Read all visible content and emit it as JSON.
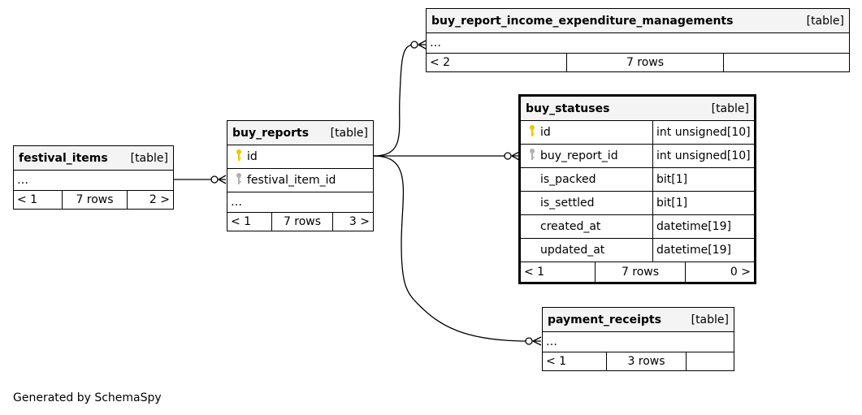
{
  "tables": {
    "festival_items": {
      "name": "festival_items",
      "kind": "[table]",
      "ellipsis": "…",
      "footer": {
        "parents": "< 1",
        "rows": "7 rows",
        "children": "2 >"
      }
    },
    "buy_reports": {
      "name": "buy_reports",
      "kind": "[table]",
      "columns": [
        {
          "name": "id",
          "key": "primary"
        },
        {
          "name": "festival_item_id",
          "key": "foreign"
        }
      ],
      "ellipsis": "…",
      "footer": {
        "parents": "< 1",
        "rows": "7 rows",
        "children": "3 >"
      }
    },
    "buy_report_income_expenditure_managements": {
      "name": "buy_report_income_expenditure_managements",
      "kind": "[table]",
      "ellipsis": "…",
      "footer": {
        "parents": "< 2",
        "rows": "7 rows",
        "children": ""
      }
    },
    "buy_statuses": {
      "name": "buy_statuses",
      "kind": "[table]",
      "columns": [
        {
          "name": "id",
          "type": "int unsigned[10]",
          "key": "primary"
        },
        {
          "name": "buy_report_id",
          "type": "int unsigned[10]",
          "key": "foreign"
        },
        {
          "name": "is_packed",
          "type": "bit[1]",
          "key": ""
        },
        {
          "name": "is_settled",
          "type": "bit[1]",
          "key": ""
        },
        {
          "name": "created_at",
          "type": "datetime[19]",
          "key": ""
        },
        {
          "name": "updated_at",
          "type": "datetime[19]",
          "key": ""
        }
      ],
      "footer": {
        "parents": "< 1",
        "rows": "7 rows",
        "children": "0 >"
      }
    },
    "payment_receipts": {
      "name": "payment_receipts",
      "kind": "[table]",
      "ellipsis": "…",
      "footer": {
        "parents": "< 1",
        "rows": "3 rows",
        "children": ""
      }
    }
  },
  "colors": {
    "primary_key": "#e8c800",
    "foreign_key": "#b0b0b0",
    "header_bg": "#f4f4f4"
  },
  "icons": {
    "primary_key": "key-icon",
    "foreign_key": "key-icon"
  },
  "generated_by": "Generated by SchemaSpy"
}
